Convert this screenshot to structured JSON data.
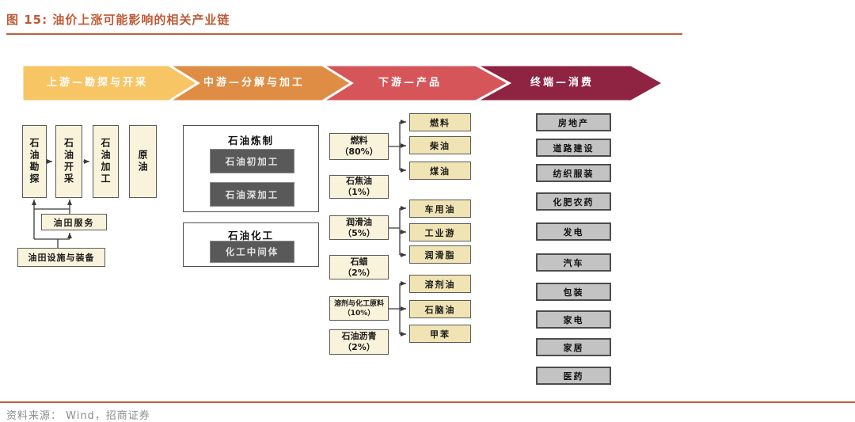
{
  "title": {
    "label": "图 15:  油价上涨可能影响的相关产业链"
  },
  "colors": {
    "accent_rule": "#c05f3c",
    "banner_upstream": "#f7c564",
    "banner_midstream": "#df8d44",
    "banner_downstream": "#d65559",
    "banner_terminal": "#8e2342",
    "cream_box": "#faf3dc",
    "tan_box": "#f0e4b4",
    "dark_box": "#595959",
    "gray_box": "#c3c3c3"
  },
  "banners": [
    {
      "label": "上游—勘探与开采",
      "color": "#f7c564"
    },
    {
      "label": "中游—分解与加工",
      "color": "#df8d44"
    },
    {
      "label": "下游—产品",
      "color": "#d65559"
    },
    {
      "label": "终端—消费",
      "color": "#8e2342"
    }
  ],
  "upstream": {
    "stages": [
      "石油勘探",
      "石油开采",
      "石油加工",
      "原油"
    ],
    "service": "油田服务",
    "equipment": "油田设施与装备"
  },
  "midstream": {
    "refining": {
      "title": "石油炼制",
      "items": [
        "石油初加工",
        "石油深加工"
      ]
    },
    "petrochemical": {
      "title": "石油化工",
      "items": [
        "化工中间体"
      ]
    }
  },
  "downstream": {
    "products": [
      {
        "name": "燃料",
        "share": "（80%）"
      },
      {
        "name": "石焦油",
        "share": "（1%）"
      },
      {
        "name": "润滑油",
        "share": "（5%）"
      },
      {
        "name": "石蜡",
        "share": "（2%）"
      },
      {
        "name": "溶剂与化工原料",
        "share": "（10%）"
      },
      {
        "name": "石油沥青",
        "share": "（2%）"
      }
    ],
    "derivatives": [
      "燃料",
      "柴油",
      "煤油",
      "车用油",
      "工业游",
      "润滑脂",
      "溶剂油",
      "石脑油",
      "甲苯"
    ]
  },
  "terminal": {
    "industries": [
      "房地产",
      "道路建设",
      "纺织服装",
      "化肥农药",
      "发电",
      "汽车",
      "包装",
      "家电",
      "家居",
      "医药"
    ]
  },
  "footer": {
    "source": "资料来源： Wind，招商证券"
  }
}
